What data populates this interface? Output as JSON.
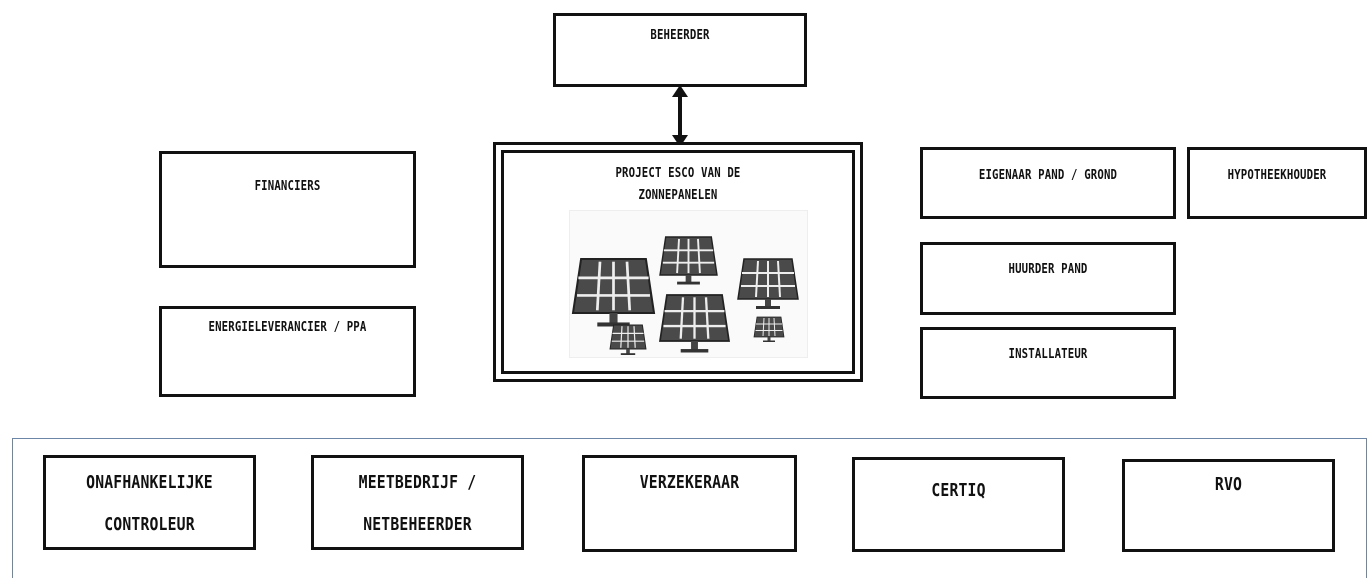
{
  "top": {
    "beheerder": "BEHEERDER"
  },
  "left": {
    "financiers": "FINANCIERS",
    "energieleverancier": "ENERGIELEVERANCIER / PPA"
  },
  "center": {
    "esco_line1": "PROJECT ESCO VAN DE",
    "esco_line2": "ZONNEPANELEN",
    "image_icon": "solar-panels-icon"
  },
  "right": {
    "eigenaar": "EIGENAAR PAND / GROND",
    "hypotheekhouder": "HYPOTHEEKHOUDER",
    "huurder": "HUURDER PAND",
    "installateur": "INSTALLATEUR"
  },
  "bottom": {
    "onafhankelijke_line1": "ONAFHANKELIJKE",
    "onafhankelijke_line2": "CONTROLEUR",
    "meetbedrijf_line1": "MEETBEDRIJF /",
    "meetbedrijf_line2": "NETBEHEERDER",
    "verzekeraar": "VERZEKERAAR",
    "certiq": "CERTIQ",
    "rvo": "RVO"
  },
  "colors": {
    "border": "#111111",
    "panel_border": "#6b86a6",
    "solar_panel": "#555555"
  }
}
